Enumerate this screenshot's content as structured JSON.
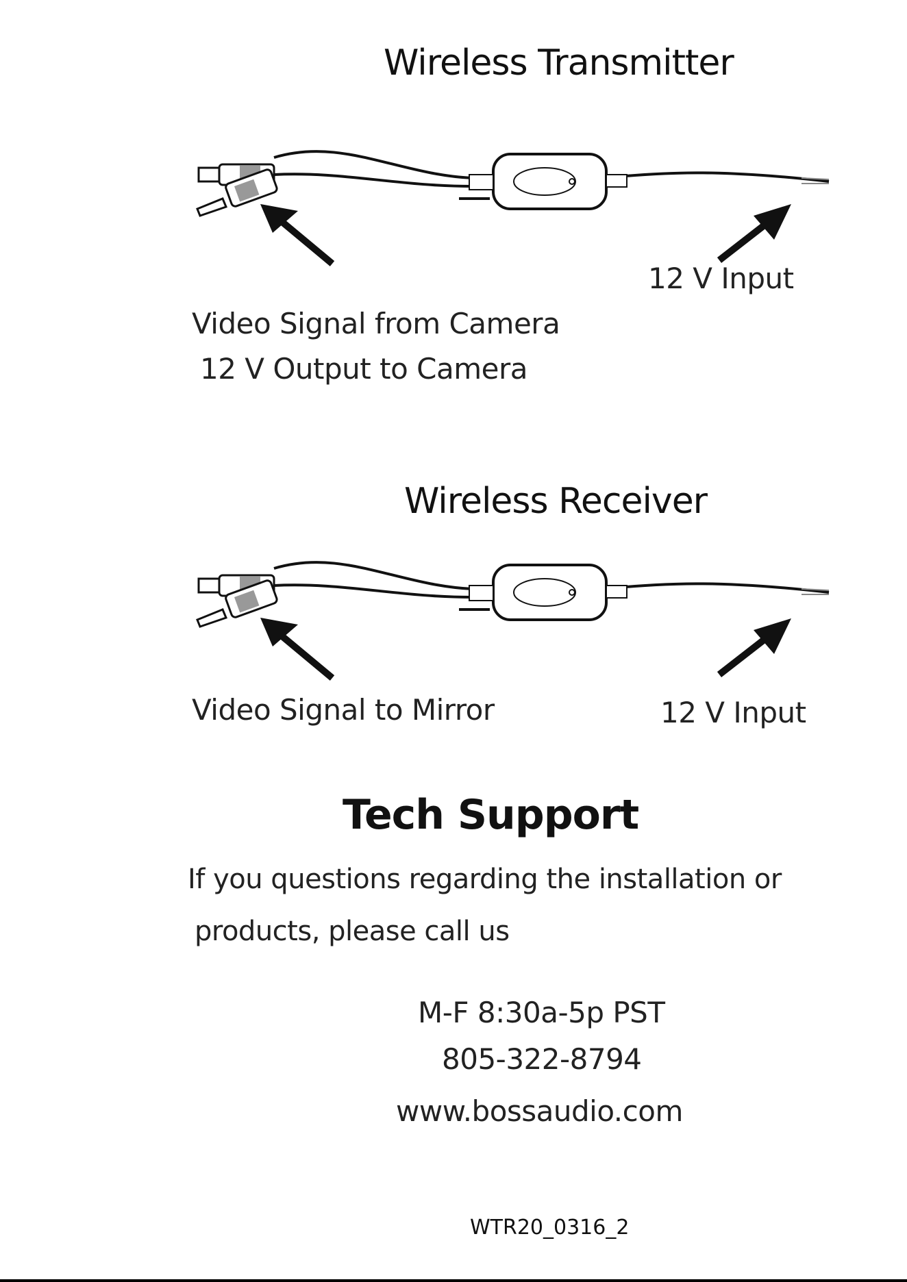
{
  "transmitter": {
    "title": "Wireless Transmitter",
    "label_left_1": "Video Signal from Camera",
    "label_left_2": "12 V Output to Camera",
    "label_right": "12 V Input"
  },
  "receiver": {
    "title": "Wireless Receiver",
    "label_left": "Video Signal to Mirror",
    "label_right": "12 V Input"
  },
  "support": {
    "title": "Tech Support",
    "body_line_1": "If you questions regarding the installation or",
    "body_line_2": "products, please call us",
    "hours": "M-F 8:30a-5p PST",
    "phone": "805-322-8794",
    "website": "www.bossaudio.com"
  },
  "footer": {
    "code": "WTR20_0316_2"
  },
  "colors": {
    "ink": "#111111",
    "background": "#ffffff"
  }
}
